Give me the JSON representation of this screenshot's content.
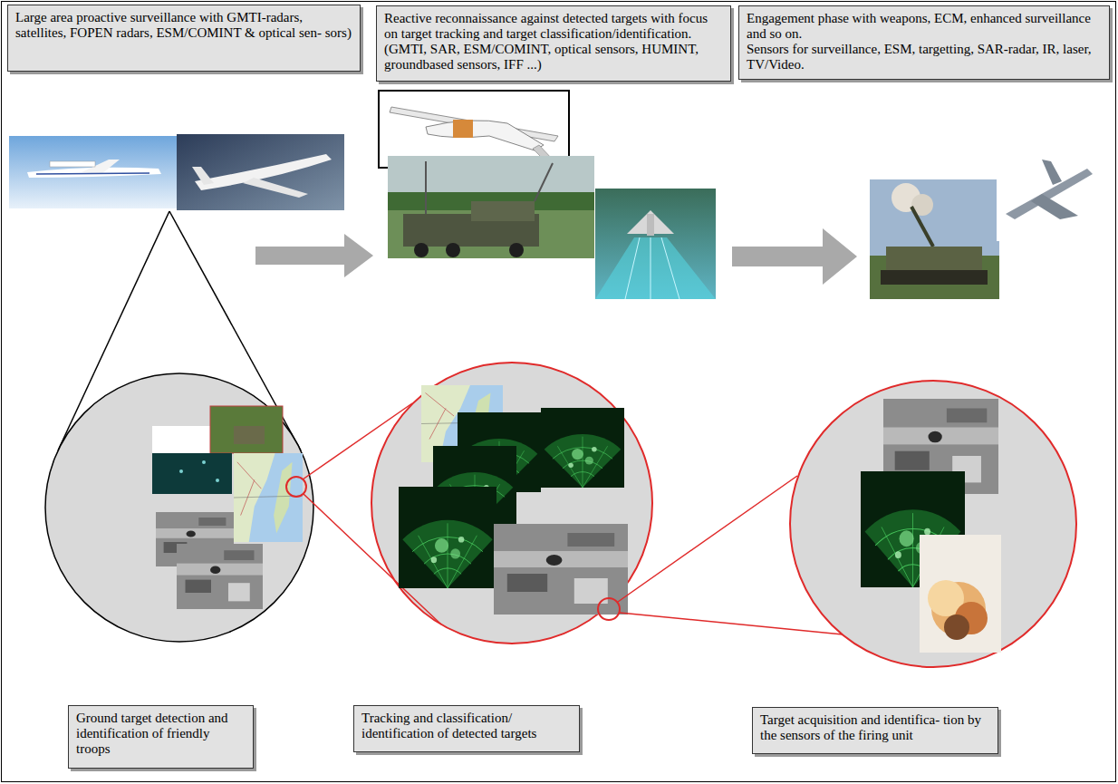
{
  "diagram": {
    "nodes": [
      {
        "text": [
          "Large area proactive surveillance with GMTI-radars, satellites, FOPEN radars, ESM/COMINT & optical sen- sors)"
        ]
      },
      {
        "text": [
          "Reactive reconnaissance against detected targets with focus on target tracking and target classification/identification. (GMTI, SAR, ESM/COMINT, optical sensors, HUMINT, groundbased sensors, IFF ...)"
        ]
      },
      {
        "text": [
          "Engagement phase with weapons, ECM, enhanced surveillance and so on.",
          "Sensors for surveillance, ESM, targetting, SAR-radar, IR, laser, TV/Video."
        ]
      },
      {
        "text": [
          "Ground target detection and identification of friendly troops"
        ]
      },
      {
        "text": [
          "Tracking and classification/ identification of detected targets"
        ]
      },
      {
        "text": [
          "Target acquisition and identifica- tion by the sensors of the firing unit"
        ]
      }
    ]
  }
}
